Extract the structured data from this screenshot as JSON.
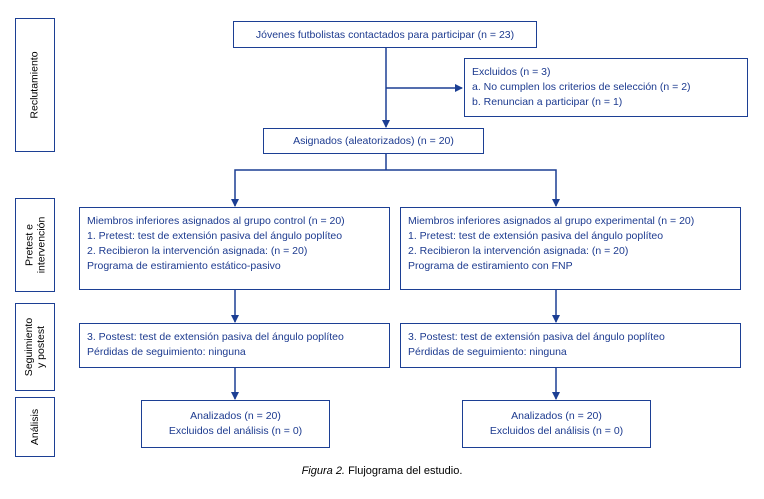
{
  "colors": {
    "line": "#1c3f94",
    "box_text": "#1c3a8f",
    "stage_text": "#000000"
  },
  "stages": [
    {
      "label": "Reclutamiento"
    },
    {
      "label": "Pretest e intervención"
    },
    {
      "label": "Seguimiento y postest"
    },
    {
      "label": "Análisis"
    }
  ],
  "flow": {
    "contacted": {
      "text": "Jóvenes futbolistas contactados para participar (n = 23)"
    },
    "excluded": {
      "lines": [
        "Excluidos (n = 3)",
        "a. No cumplen los criterios de selección (n = 2)",
        "b. Renuncian a participar (n = 1)"
      ]
    },
    "randomized": {
      "text": "Asignados (aleatorizados) (n = 20)"
    },
    "control_group": {
      "lines": [
        "Miembros inferiores asignados al grupo control (n = 20)",
        "1. Pretest: test de extensión pasiva del ángulo poplíteo",
        "2. Recibieron la intervención asignada: (n = 20)",
        "Programa de estiramiento estático-pasivo"
      ]
    },
    "experimental_group": {
      "lines": [
        "Miembros inferiores asignados al grupo experimental (n = 20)",
        "1. Pretest: test de extensión pasiva del ángulo poplíteo",
        "2. Recibieron la intervención asignada: (n = 20)",
        "Programa de estiramiento con FNP"
      ]
    },
    "control_posttest": {
      "lines": [
        "3. Postest: test de extensión pasiva del ángulo poplíteo",
        "Pérdidas de seguimiento: ninguna"
      ]
    },
    "experimental_posttest": {
      "lines": [
        "3. Postest: test de extensión pasiva del ángulo poplíteo",
        "Pérdidas de seguimiento: ninguna"
      ]
    },
    "control_analysis": {
      "lines": [
        "Analizados (n = 20)",
        "Excluidos del análisis (n = 0)"
      ]
    },
    "experimental_analysis": {
      "lines": [
        "Analizados (n = 20)",
        "Excluidos del análisis (n = 0)"
      ]
    }
  },
  "caption": {
    "figure_label": "Figura 2.",
    "text": "Flujograma del estudio."
  }
}
